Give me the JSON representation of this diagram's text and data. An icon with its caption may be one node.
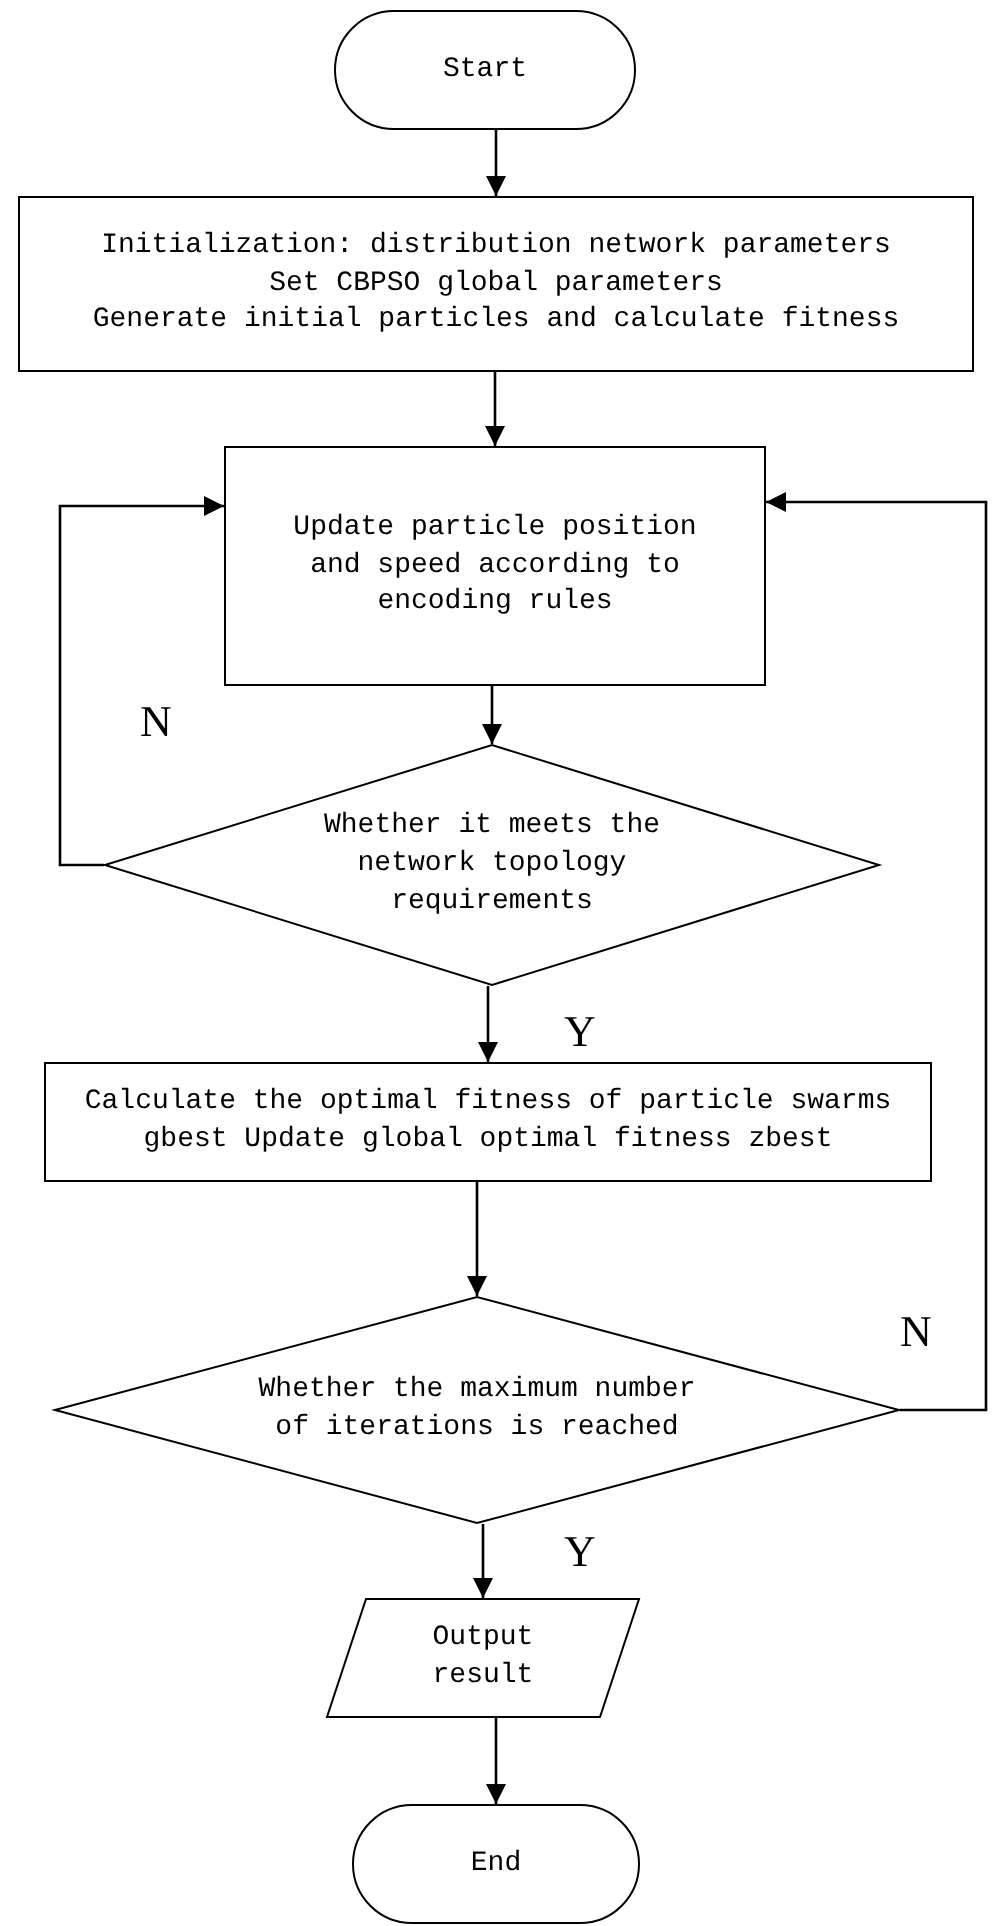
{
  "diagram": {
    "nodes": [
      {
        "text": [
          "Start"
        ]
      },
      {
        "text": [
          "Initialization: distribution network parameters",
          "Set CBPSO global parameters",
          "Generate initial particles and calculate fitness"
        ]
      },
      {
        "text": [
          "Update particle position and speed according to encoding rules"
        ]
      },
      {
        "text": [
          "Whether it meets the network topology requirements"
        ]
      },
      {
        "text": [
          "Calculate the optimal fitness of particle swarms gbest Update global optimal fitness zbest"
        ]
      },
      {
        "text": [
          "Whether the maximum number of iterations is reached"
        ]
      },
      {
        "text": [
          "Output result"
        ]
      },
      {
        "text": [
          "End"
        ]
      }
    ],
    "edges": [
      {
        "from": 0,
        "to": 1,
        "arrow": "to"
      },
      {
        "from": 1,
        "to": 2,
        "arrow": "to"
      },
      {
        "from": 2,
        "to": 3,
        "arrow": "to"
      },
      {
        "from": 3,
        "to": 2,
        "arrow": "to",
        "label": "N"
      },
      {
        "from": 3,
        "to": 4,
        "arrow": "to",
        "label": "Y"
      },
      {
        "from": 4,
        "to": 5,
        "arrow": "to"
      },
      {
        "from": 5,
        "to": 2,
        "arrow": "to",
        "label": "N"
      },
      {
        "from": 5,
        "to": 6,
        "arrow": "to",
        "label": "Y"
      },
      {
        "from": 6,
        "to": 7,
        "arrow": "to"
      }
    ]
  }
}
